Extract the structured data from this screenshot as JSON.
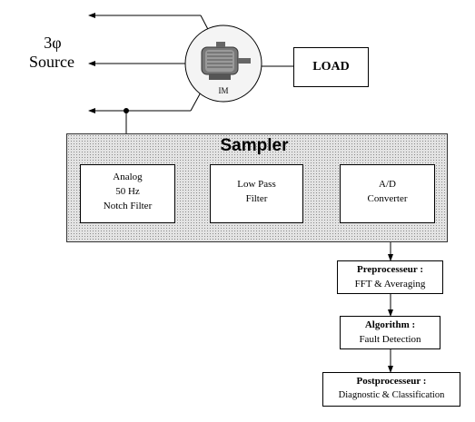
{
  "source": {
    "symbol": "3φ",
    "label": "Source"
  },
  "motor": {
    "label": "IM"
  },
  "load": {
    "label": "LOAD"
  },
  "sampler": {
    "title": "Sampler",
    "notch_filter": [
      "Analog",
      "50 Hz",
      "Notch Filter"
    ],
    "low_pass": [
      "Low Pass",
      "Filter"
    ],
    "adc": [
      "A/D",
      "Converter"
    ]
  },
  "preprocessor": {
    "title": "Preprocesseur :",
    "desc": "FFT & Averaging"
  },
  "algorithm": {
    "title": "Algorithm :",
    "desc": "Fault Detection"
  },
  "postprocessor": {
    "title": "Postprocesseur :",
    "desc": "Diagnostic & Classification"
  }
}
